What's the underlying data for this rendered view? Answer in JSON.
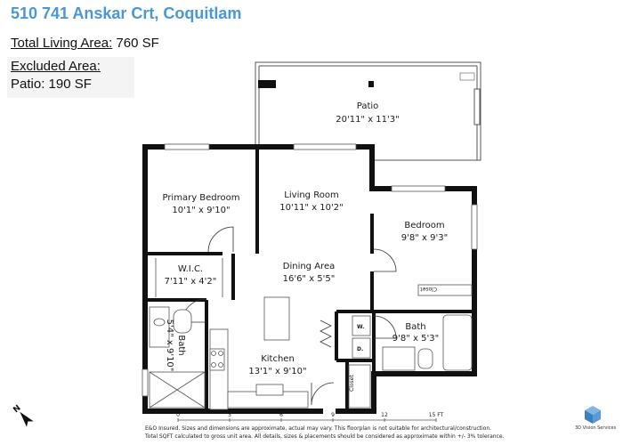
{
  "header": {
    "title": "510 741 Anskar Crt, Coquitlam",
    "total_area_label": "Total Living Area:",
    "total_area_value": " 760 SF",
    "excluded_label": "Excluded Area:",
    "patio_area": "Patio: 190 SF"
  },
  "rooms": {
    "patio": {
      "name": "Patio",
      "dims": "20'11\" x 11'3\""
    },
    "primary_bedroom": {
      "name": "Primary Bedroom",
      "dims": "10'1\" x 9'10\""
    },
    "living_room": {
      "name": "Living Room",
      "dims": "10'11\" x 10'2\""
    },
    "bedroom": {
      "name": "Bedroom",
      "dims": "9'8\" x 9'3\""
    },
    "wic": {
      "name": "W.I.C.",
      "dims": "7'11\" x 4'2\""
    },
    "dining": {
      "name": "Dining Area",
      "dims": "16'6\" x 5'5\""
    },
    "bath_left": {
      "name": "Bath",
      "dims": "5'4\" x 9'10\""
    },
    "bath_right": {
      "name": "Bath",
      "dims": "9'8\" x 5'3\""
    },
    "kitchen": {
      "name": "Kitchen",
      "dims": "13'1\" x 9'10\""
    },
    "closet_right": "Closet",
    "closet_kitchen": "Closet",
    "washer": "W.",
    "dryer": "D."
  },
  "scale_bar": {
    "ticks": [
      "0",
      "3",
      "6",
      "9",
      "12",
      "15 FT"
    ]
  },
  "footer": {
    "line1": "E&O Insured. Sizes and dimensions are approximate, actual may vary. This floorplan is not suitable for architectural/construction.",
    "line2": "Total SQFT calculated to gross unit area. All details, sizes & placements should be considered as approximate within +/- 3% tolerance."
  },
  "branding": {
    "name": "3D Vision Services"
  },
  "icons": {
    "compass": "north-arrow-icon",
    "logo": "cube-logo-icon"
  },
  "colors": {
    "title": "#4a97d6",
    "wall": "#111111",
    "thin_line": "#555555"
  }
}
